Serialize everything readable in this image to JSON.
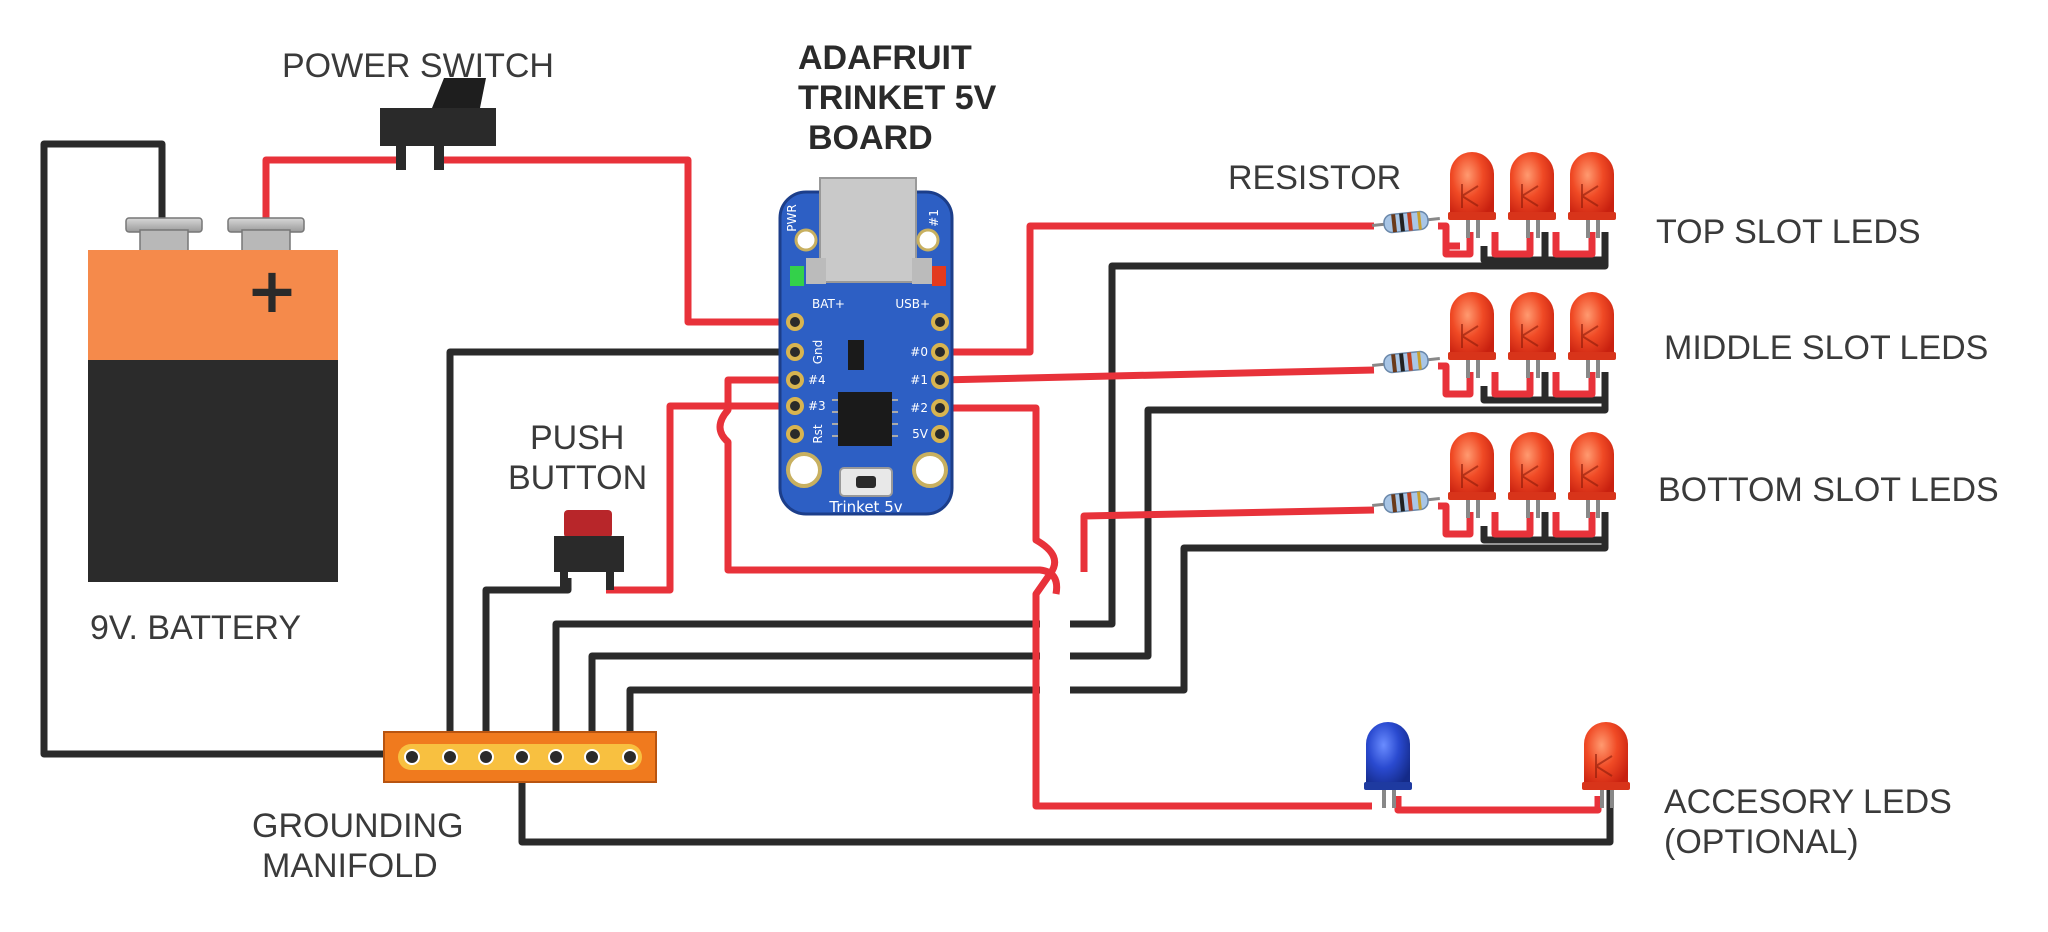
{
  "labels": {
    "power_switch": "POWER SWITCH",
    "trinket_title": [
      "ADAFRUIT",
      "TRINKET 5V",
      "BOARD"
    ],
    "resistor": "RESISTOR",
    "top_slot": "TOP SLOT LEDS",
    "middle_slot": "MIDDLE SLOT LEDS",
    "bottom_slot": "BOTTOM SLOT LEDS",
    "push_button": [
      "PUSH",
      "BUTTON"
    ],
    "battery": "9V. BATTERY",
    "battery_plus": "+",
    "manifold": [
      "GROUNDING",
      "MANIFOLD"
    ],
    "accessory": [
      "ACCESORY LEDS",
      "(OPTIONAL)"
    ]
  },
  "board": {
    "pins_left": [
      "BAT+",
      "Gnd",
      "#4",
      "#3",
      "Rst"
    ],
    "pins_right": [
      "USB+",
      "#0",
      "#1",
      "#2",
      "5V"
    ],
    "pwr_label": "PWR",
    "led1_label": "#1",
    "name": "Trinket 5v",
    "color": "#2d5fc4"
  },
  "colors": {
    "wire_red": "#e8323a",
    "wire_black": "#2a2a2a",
    "led_red": "#e8321e",
    "led_blue": "#2140b0",
    "battery_top": "#f58a4b",
    "battery_body": "#2b2b2b",
    "manifold": "#f07a1e"
  }
}
